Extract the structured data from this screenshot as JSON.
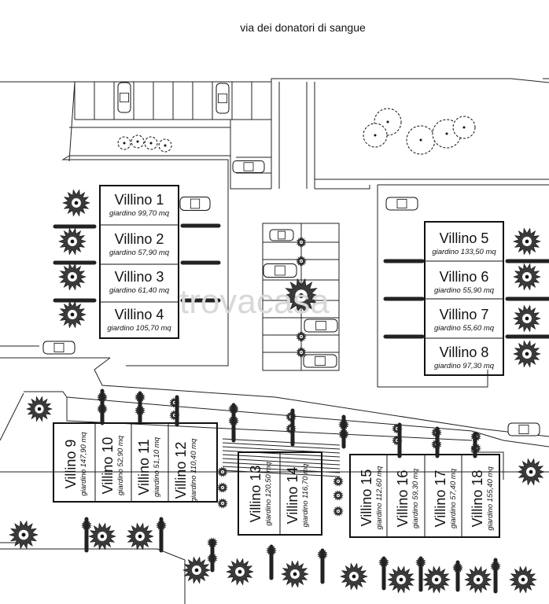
{
  "street_name": "via dei donatori di sangue",
  "watermark": "trovacasa",
  "units_top": [
    {
      "name": "Villino 1",
      "garden": "giardino 99,70 mq"
    },
    {
      "name": "Villino 2",
      "garden": "giardino 57,90 mq"
    },
    {
      "name": "Villino 3",
      "garden": "giardino 61,40 mq"
    },
    {
      "name": "Villino 4",
      "garden": "giardino 105,70 mq"
    },
    {
      "name": "Villino 5",
      "garden": "giardino 133,50 mq"
    },
    {
      "name": "Villino 6",
      "garden": "giardino 55,90 mq"
    },
    {
      "name": "Villino 7",
      "garden": "giardino 55,60 mq"
    },
    {
      "name": "Villino 8",
      "garden": "giardino 97,30 mq"
    }
  ],
  "units_bottom": [
    {
      "name": "Villino 9",
      "garden": "giardino 147,90 mq"
    },
    {
      "name": "Villino 10",
      "garden": "giardino 52,90 mq"
    },
    {
      "name": "Villino 11",
      "garden": "giardino 51,10 mq"
    },
    {
      "name": "Villino 12",
      "garden": "giardino 110,40 mq"
    },
    {
      "name": "Villino 13",
      "garden": "giardino 120,50 mq"
    },
    {
      "name": "Villino 14",
      "garden": "giardino 116,70 mq"
    },
    {
      "name": "Villino 15",
      "garden": "giardino 112,60 mq"
    },
    {
      "name": "Villino 16",
      "garden": "giardino 59,30 mq"
    },
    {
      "name": "Villino 17",
      "garden": "giardino 57,40 mq"
    },
    {
      "name": "Villino 18",
      "garden": "giardino 155,40 mq"
    }
  ]
}
